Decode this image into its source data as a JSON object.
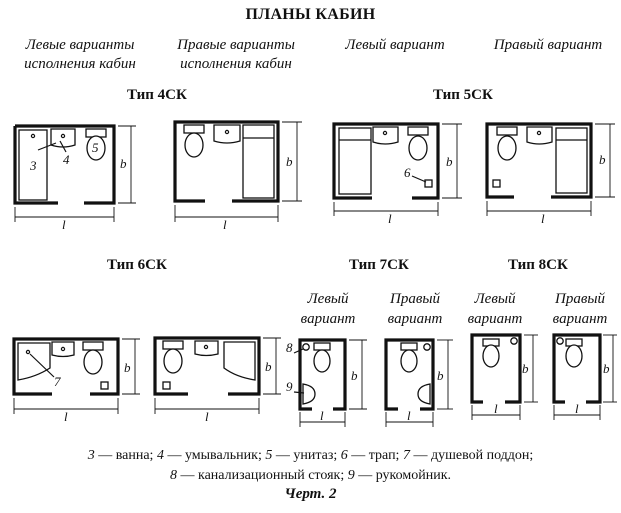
{
  "title": "ПЛАНЫ КАБИН",
  "headers": {
    "left_variants": [
      "Левые варианты",
      "исполнения кабин"
    ],
    "right_variants": [
      "Правые варианты",
      "исполнения кабин"
    ],
    "left_variant": "Левый вариант",
    "right_variant": "Правый вариант"
  },
  "types": {
    "t4": "Тип 4СК",
    "t5": "Тип 5СК",
    "t6": "Тип 6СК",
    "t7": "Тип 7СК",
    "t8": "Тип 8СК"
  },
  "variant_labels": {
    "left": [
      "Левый",
      "вариант"
    ],
    "right": [
      "Правый",
      "вариант"
    ]
  },
  "dimension_labels": {
    "length": "l",
    "width": "b"
  },
  "callouts": {
    "n3": "3",
    "n4": "4",
    "n5": "5",
    "n6": "6",
    "n7": "7",
    "n8": "8",
    "n9": "9"
  },
  "legend": {
    "line1": [
      {
        "num": "3",
        "text": " — ванна; "
      },
      {
        "num": "4",
        "text": " — умывальник; "
      },
      {
        "num": "5",
        "text": " — унитаз; "
      },
      {
        "num": "6",
        "text": " — трап; "
      },
      {
        "num": "7",
        "text": " — душевой поддон;"
      }
    ],
    "line2": [
      {
        "num": "8",
        "text": " — канализационный стояк; "
      },
      {
        "num": "9",
        "text": " — рукомойник."
      }
    ]
  },
  "caption": "Черт. 2"
}
